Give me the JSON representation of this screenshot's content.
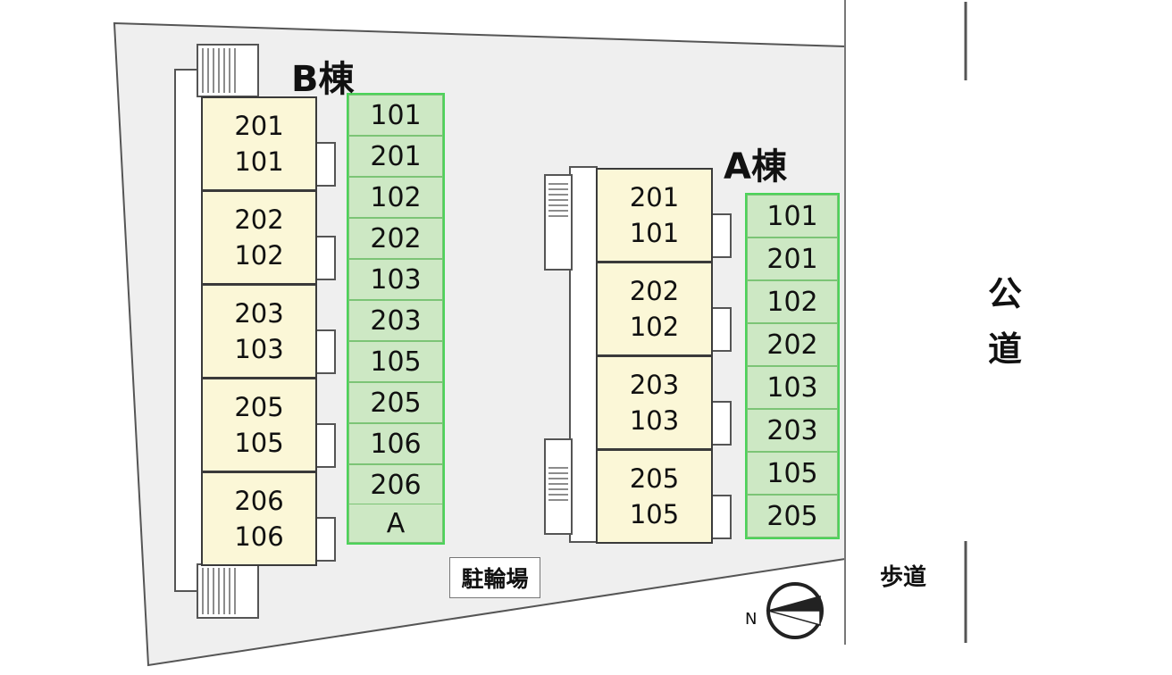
{
  "building_b": {
    "label": "B棟",
    "units": [
      {
        "upper": "201",
        "lower": "101"
      },
      {
        "upper": "202",
        "lower": "102"
      },
      {
        "upper": "203",
        "lower": "103"
      },
      {
        "upper": "205",
        "lower": "105"
      },
      {
        "upper": "206",
        "lower": "106"
      }
    ],
    "parking": [
      "101",
      "201",
      "102",
      "202",
      "103",
      "203",
      "105",
      "205",
      "106",
      "206",
      "A"
    ]
  },
  "building_a": {
    "label": "A棟",
    "units": [
      {
        "upper": "201",
        "lower": "101"
      },
      {
        "upper": "202",
        "lower": "102"
      },
      {
        "upper": "203",
        "lower": "103"
      },
      {
        "upper": "205",
        "lower": "105"
      }
    ],
    "parking": [
      "101",
      "201",
      "102",
      "202",
      "103",
      "203",
      "105",
      "205"
    ]
  },
  "road": {
    "chars": [
      "公",
      "道"
    ]
  },
  "sidewalk_label": "歩道",
  "bicycle_parking_label": "駐輪場",
  "north_label": "N",
  "colors": {
    "lot": "#efefef",
    "unit_fill": "#fbf7d7",
    "parking_fill": "#cde8c4",
    "parking_border": "#4cd35a"
  }
}
